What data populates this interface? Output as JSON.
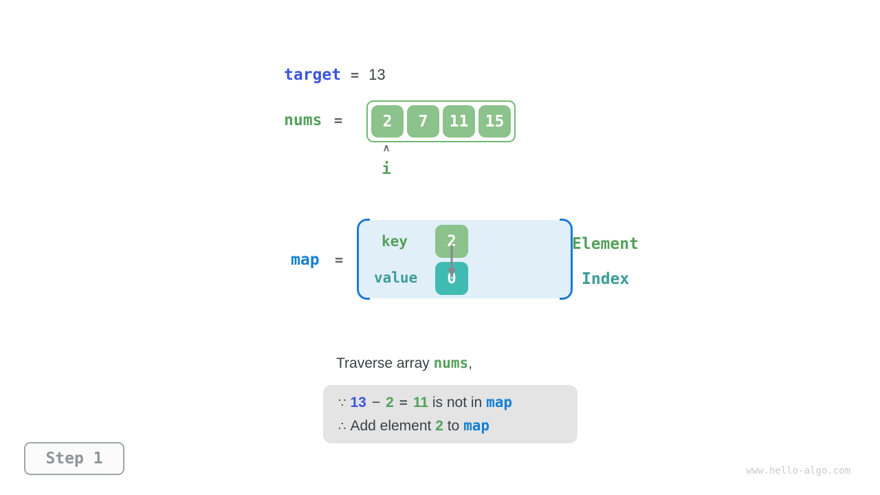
{
  "colors": {
    "indigo_code": "#3b55da",
    "azure_code": "#1380d6",
    "green_code": "#54a15a",
    "teal_code": "#3c9d96",
    "green_box": "#8cc28c",
    "teal_box": "#40bbb2",
    "green_border": "#72b872",
    "map_fill": "#e1eff9",
    "map_bracket": "#1d79d3",
    "dark_text": "#3c4043",
    "note_bg": "#e4e4e5"
  },
  "target_row": {
    "label": "target",
    "equals": "=",
    "value": "13"
  },
  "nums_row": {
    "label": "nums",
    "equals": "=",
    "cells": [
      "2",
      "7",
      "11",
      "15"
    ],
    "pointer_caret": "∧",
    "pointer_label": "i"
  },
  "map_row": {
    "label": "map",
    "equals": "=",
    "key_label": "key",
    "value_label": "value",
    "key_cell": "2",
    "value_cell": "0",
    "element_label": "Element",
    "index_label": "Index"
  },
  "caption": {
    "prefix": "Traverse array ",
    "code": "nums",
    "suffix": ","
  },
  "note": {
    "line1": {
      "because": "∵",
      "target": "13",
      "minus": "−",
      "element": "2",
      "equals": "=",
      "difference": "11",
      "text": " is not in ",
      "map": "map"
    },
    "line2": {
      "therefore": "∴",
      "text_before": "Add element ",
      "element": "2",
      "text_mid": " to ",
      "map": "map"
    }
  },
  "footer": {
    "step": "Step 1",
    "watermark": "www.hello-algo.com"
  }
}
